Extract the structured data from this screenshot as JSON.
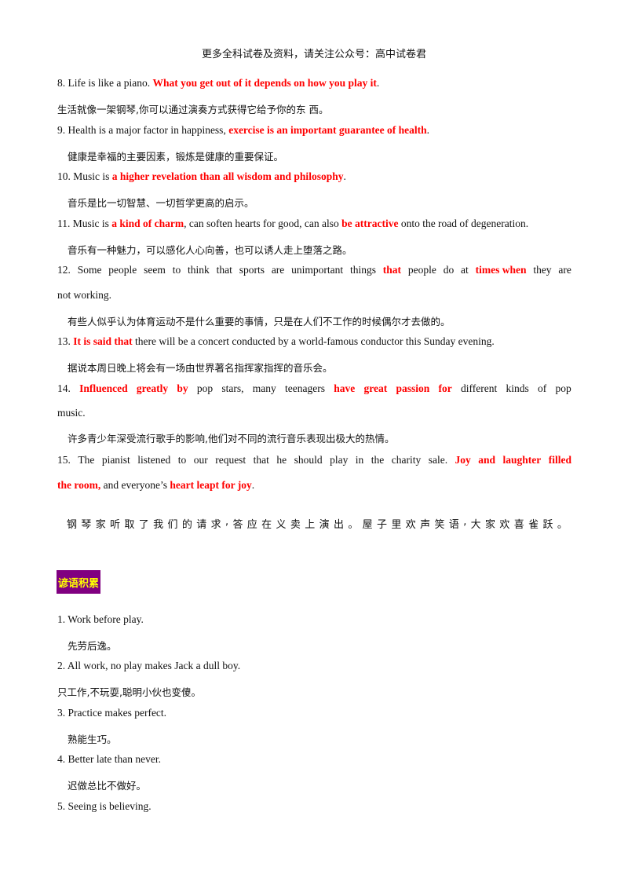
{
  "header": "更多全科试卷及资料，请关注公众号：高中试卷君",
  "items": {
    "i8": {
      "a": "8.  Life is like a piano.  ",
      "r1": "What you get out of it depends on how you play it",
      "b": ".",
      "zh": "生活就像一架钢琴,你可以通过演奏方式获得它给予你的东  西。"
    },
    "i9": {
      "a": "9.  Health is a major factor in happiness,  ",
      "r1": "exercise is an important guarantee of health",
      "b": ".",
      "zh": "健康是幸福的主要因素，锻炼是健康的重要保证。"
    },
    "i10": {
      "a": "10.  Music is  ",
      "r1": "a higher revelation than all wisdom and philosophy",
      "b": ".",
      "zh": "音乐是比一切智慧、一切哲学更高的启示。"
    },
    "i11": {
      "a": "11.  Music is  ",
      "r1": "a kind of charm",
      "b": ", can soften hearts for good, can also  ",
      "r2": "be attractive",
      "c": "  onto the road of degeneration.",
      "zh": "音乐有一种魅力，可以感化人心向善，也可以诱人走上堕落之路。"
    },
    "i12": {
      "words": [
        "12.",
        "Some",
        "people",
        "seem",
        "to",
        "think",
        "that",
        "sports",
        "are",
        "unimportant",
        "things",
        "that",
        "people",
        "do",
        "at",
        "times when",
        "they",
        "are"
      ],
      "cont": "not  working.",
      "zh": "有些人似乎认为体育运动不是什么重要的事情，只是在人们不工作的时候偶尔才去做的。"
    },
    "i13": {
      "a": "13.  ",
      "r1": "It  is  said  that",
      "b": "  there  will  be  a  concert  conducted  by  a  world-famous  conductor  this  Sunday  evening.",
      "zh": "据说本周日晚上将会有一场由世界著名指挥家指挥的音乐会。"
    },
    "i14": {
      "words": [
        "14.",
        "Influenced",
        "greatly",
        "by",
        "pop",
        "stars,",
        "many",
        "teenagers",
        "have",
        "great",
        "passion",
        "for",
        "different",
        "kinds",
        "of",
        "pop"
      ],
      "cont": "music.",
      "zh": "许多青少年深受流行歌手的影响,他们对不同的流行音乐表现出极大的热情。"
    },
    "i15": {
      "words": [
        "15.",
        "The",
        "pianist",
        "listened",
        "to",
        "our",
        "request",
        "that",
        "he",
        "should",
        "play",
        "in",
        "the",
        "charity",
        "sale.",
        "Joy",
        "and",
        "laughter",
        "filled"
      ],
      "cont_r1": "the  room,",
      "cont_b": "  and  everyone’s  ",
      "cont_r2": "heart  leapt  for  joy",
      "cont_c": ".",
      "zh_chars": [
        "钢",
        "琴",
        "家",
        "听",
        "取",
        "了",
        "我",
        "们",
        "的",
        "请",
        "求",
        ",",
        "答",
        "应",
        "在",
        "义",
        "卖",
        "上",
        "演",
        "出",
        "。",
        "屋",
        "子",
        "里",
        "欢",
        "声",
        "笑",
        "语",
        ",",
        "大",
        "家",
        "欢",
        "喜",
        "雀",
        "跃",
        "。"
      ]
    }
  },
  "section": {
    "label": "谚语积累"
  },
  "proverbs": {
    "p1": {
      "en": "1.  Work before play.",
      "zh": "先劳后逸。"
    },
    "p2": {
      "en": "2.  All work,  no  play makes Jack a dull boy.",
      "zh": "只工作,不玩耍,聪明小伙也变傻。"
    },
    "p3": {
      "en": "3.  Practice makes perfect.",
      "zh": "熟能生巧。"
    },
    "p4": {
      "en": "4.  Better late than never.",
      "zh": "迟做总比不做好。"
    },
    "p5": {
      "en": "5.  Seeing is believing."
    }
  },
  "colors": {
    "highlight": "#ff0000",
    "label_bg": "#800080",
    "label_text": "#ffff00"
  }
}
